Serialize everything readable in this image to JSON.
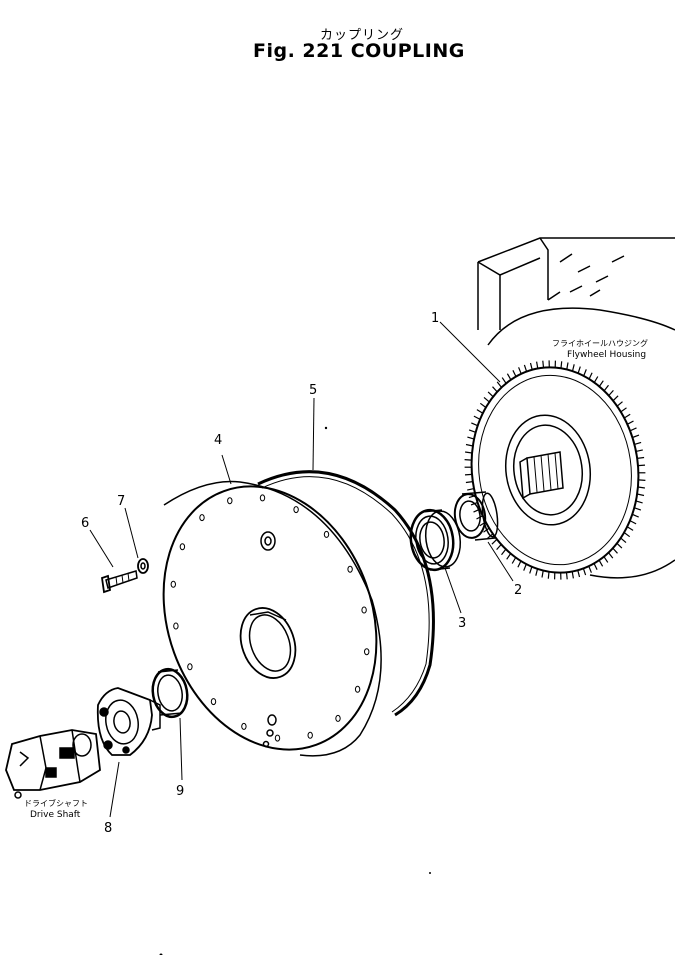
{
  "title": {
    "japanese": "カップリング",
    "english": "Fig. 221  COUPLING"
  },
  "labels": {
    "flywheel_housing_jp": "フライホイールハウジング",
    "flywheel_housing_en": "Flywheel Housing",
    "drive_shaft_jp": "ドライブシャフト",
    "drive_shaft_en": "Drive Shaft"
  },
  "callouts": [
    "1",
    "2",
    "3",
    "4",
    "5",
    "6",
    "7",
    "8",
    "9"
  ]
}
